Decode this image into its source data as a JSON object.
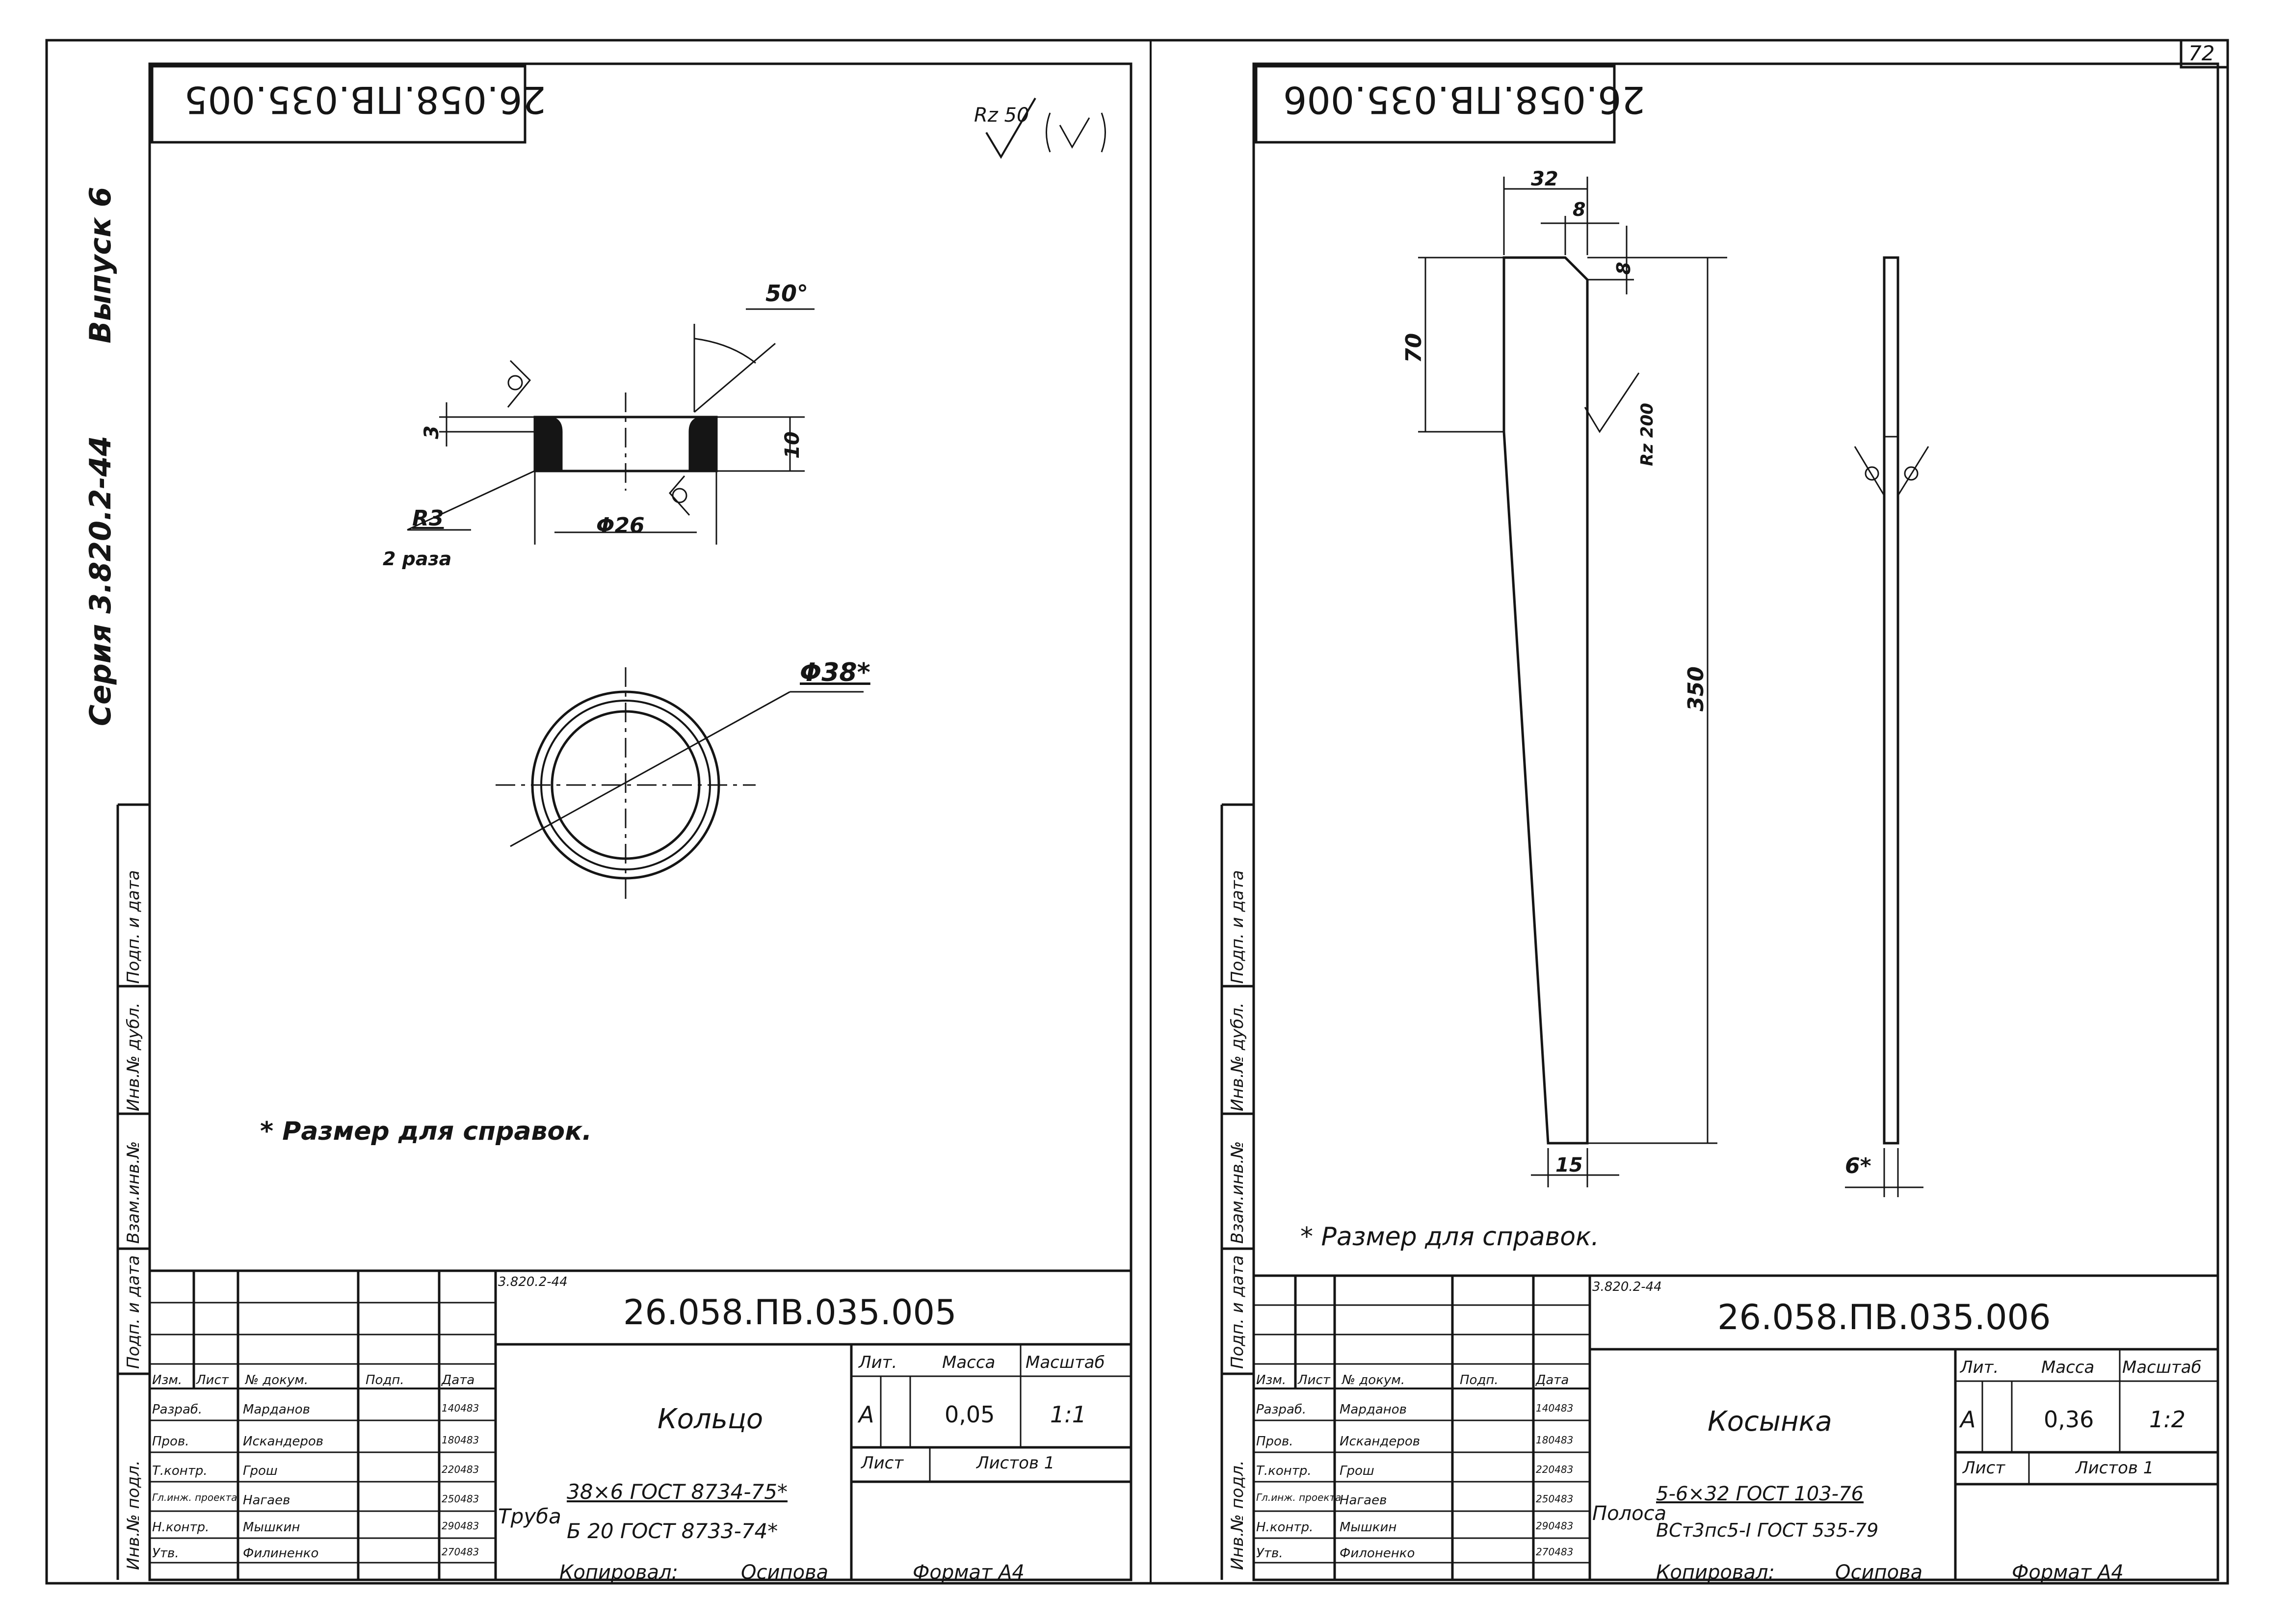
{
  "page_number": "72",
  "margin": {
    "vypusk": "Выпуск 6",
    "seriya": "Серия 3.820.2-44",
    "left_labels": [
      "Инв.№ подл.",
      "Подп. и дата",
      "Взам.инв.№",
      "Инв.№ дубл.",
      "Подп. и дата"
    ]
  },
  "sheets": [
    {
      "code_rotated": "26.058.ПВ.035.005",
      "series_small": "3.820.2-44",
      "code": "26.058.ПВ.035.005",
      "name": "Кольцо",
      "lit": "А",
      "mass": "0,05",
      "scale": "1:1",
      "list_label": "Лист",
      "listov_label": "Листов 1",
      "lit_label": "Лит.",
      "mass_label": "Масса",
      "scale_label": "Масштаб",
      "material_prefix": "Труба",
      "material_top": "38×6 ГОСТ 8734-75*",
      "material_bottom": "Б 20 ГОСТ 8733-74*",
      "header_cols": [
        "Изм.",
        "Лист",
        "№ докум.",
        "Подп.",
        "Дата"
      ],
      "roles": [
        {
          "role": "Разраб.",
          "name": "Марданов",
          "date": "140483"
        },
        {
          "role": "Пров.",
          "name": "Искандеров",
          "date": "180483"
        },
        {
          "role": "Т.контр.",
          "name": "Грош",
          "date": "220483"
        },
        {
          "role": "Гл.инж. проекта",
          "name": "Нагаев",
          "date": "250483"
        },
        {
          "role": "Н.контр.",
          "name": "Мышкин",
          "date": "290483"
        },
        {
          "role": "Утв.",
          "name": "Филиненко",
          "date": "270483"
        }
      ],
      "note": "* Размер  для  справок.",
      "roughness": "Rz 50",
      "dims": {
        "angle": "50°",
        "thickness": "3",
        "height": "10",
        "radius": "R3",
        "radius_note": "2 раза",
        "inner_d": "Φ26",
        "outer_d": "Φ38*"
      },
      "copied": "Копировал:",
      "copier": "Осипова",
      "format": "Формат  А4"
    },
    {
      "code_rotated": "26.058.ПВ.035.006",
      "series_small": "3.820.2-44",
      "code": "26.058.ПВ.035.006",
      "name": "Косынка",
      "lit": "А",
      "mass": "0,36",
      "scale": "1:2",
      "list_label": "Лист",
      "listov_label": "Листов 1",
      "lit_label": "Лит.",
      "mass_label": "Масса",
      "scale_label": "Масштаб",
      "material_prefix": "Полоса",
      "material_top": "5-6×32 ГОСТ 103-76",
      "material_bottom": "ВСт3пс5-I ГОСТ 535-79",
      "header_cols": [
        "Изм.",
        "Лист",
        "№ докум.",
        "Подп.",
        "Дата"
      ],
      "roles": [
        {
          "role": "Разраб.",
          "name": "Марданов",
          "date": "140483"
        },
        {
          "role": "Пров.",
          "name": "Искандеров",
          "date": "180483"
        },
        {
          "role": "Т.контр.",
          "name": "Грош",
          "date": "220483"
        },
        {
          "role": "Гл.инж. проекта",
          "name": "Нагаев",
          "date": "250483"
        },
        {
          "role": "Н.контр.",
          "name": "Мышкин",
          "date": "290483"
        },
        {
          "role": "Утв.",
          "name": "Филоненко",
          "date": "270483"
        }
      ],
      "note": "* Размер  для  справок.",
      "roughness": "Rz 200",
      "dims": {
        "top_w": "32",
        "chamfer_w": "8",
        "chamfer_h": "8",
        "upper_h": "70",
        "length": "350",
        "bottom_w": "15",
        "thick": "6*"
      },
      "copied": "Копировал:",
      "copier": "Осипова",
      "format": "Формат  А4"
    }
  ]
}
